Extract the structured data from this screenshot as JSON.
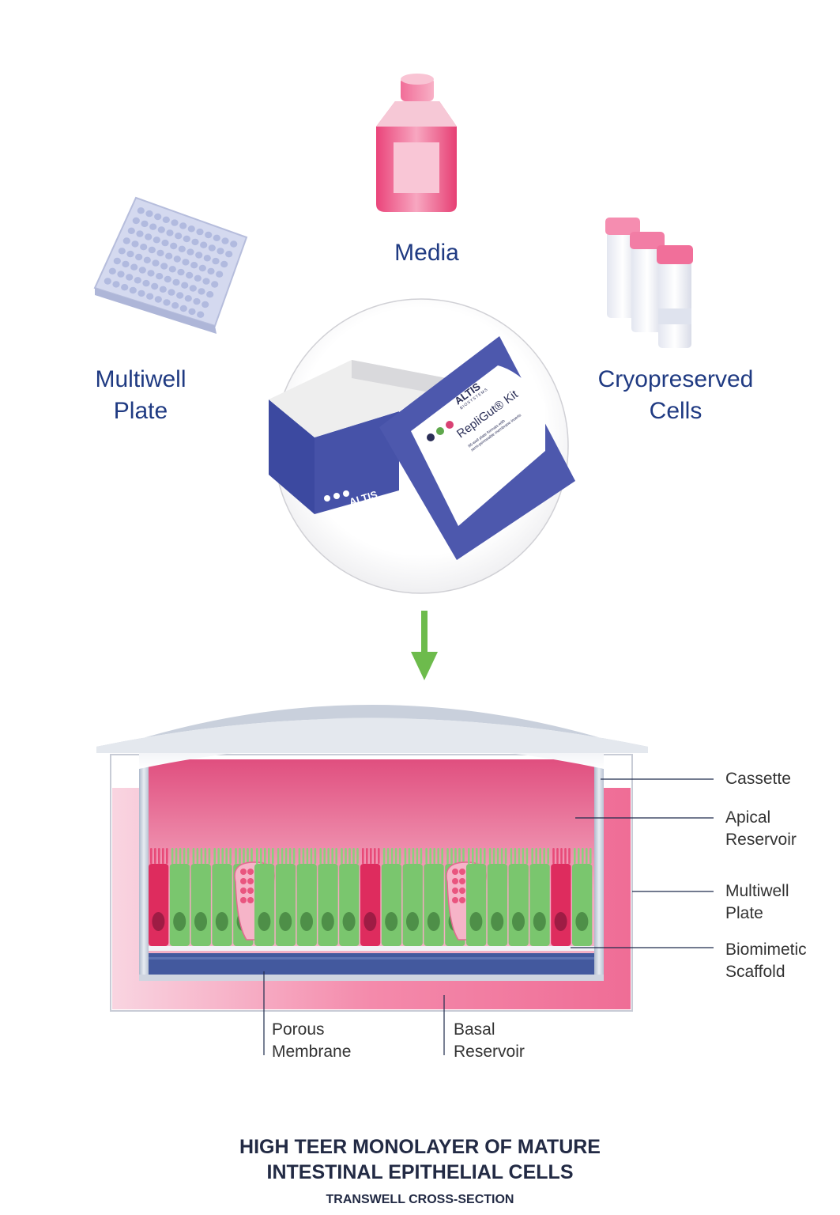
{
  "items": {
    "media": "Media",
    "multiwell_line1": "Multiwell",
    "multiwell_line2": "Plate",
    "cryo_line1": "Cryopreserved",
    "cryo_line2": "Cells"
  },
  "kit": {
    "brand": "ALTIS",
    "brand_sub": "BIOSYSTEMS",
    "product": "RepliGut® Kit",
    "description_line1": "96-well plate formats with",
    "description_line2": "semi-permeable membrane inserts"
  },
  "callouts": {
    "cassette": "Cassette",
    "apical_line1": "Apical",
    "apical_line2": "Reservoir",
    "multiwell_line1": "Multiwell",
    "multiwell_line2": "Plate",
    "scaffold_line1": "Biomimetic",
    "scaffold_line2": "Scaffold",
    "porous_line1": "Porous",
    "porous_line2": "Membrane",
    "basal_line1": "Basal",
    "basal_line2": "Reservoir"
  },
  "title": {
    "line1": "HIGH TEER MONOLAYER OF MATURE",
    "line2": "INTESTINAL EPITHELIAL CELLS",
    "subtitle": "TRANSWELL CROSS-SECTION"
  },
  "colors": {
    "label_blue": "#1f3a82",
    "arrow_green": "#6dbb4c",
    "media_pink": "#ef5f8f",
    "cell_green": "#7ac66e",
    "cell_red": "#de2c5e",
    "membrane_blue": "#3f5aa0",
    "box_blue": "#4652a8"
  }
}
